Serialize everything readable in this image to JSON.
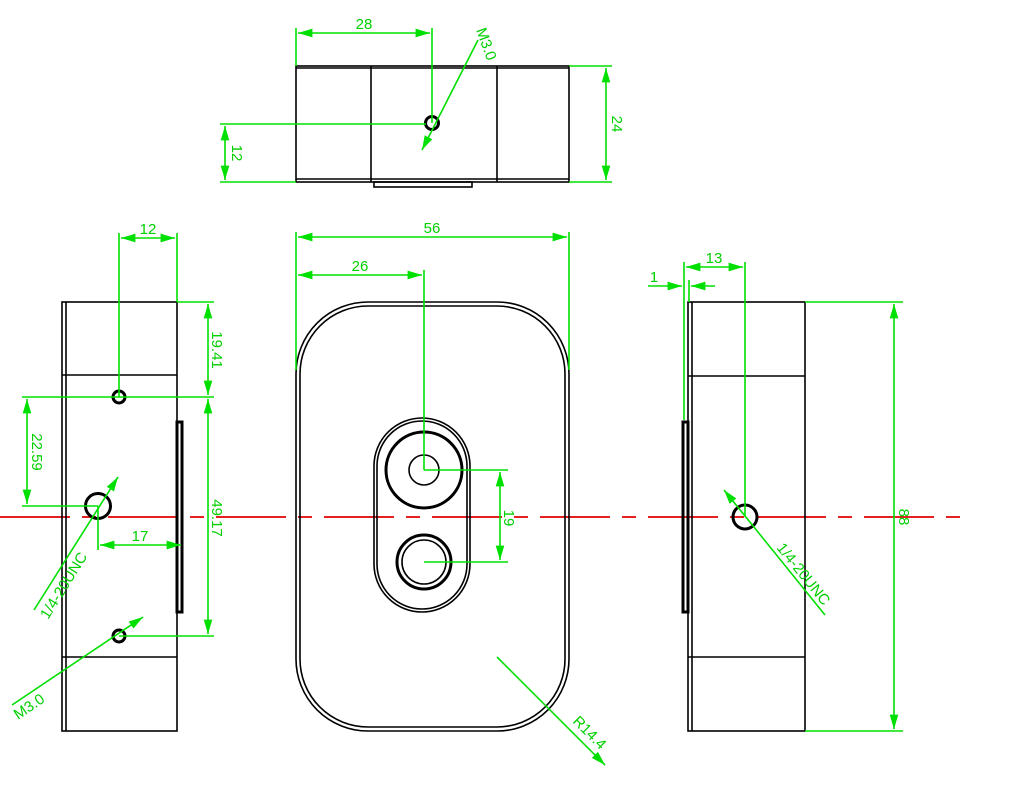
{
  "colors": {
    "outline": "#000000",
    "dimension": "#00e000",
    "centerline": "#e00000"
  },
  "top_view": {
    "dim_width": "28",
    "dim_height": "24",
    "dim_hole_height": "12",
    "hole_label": "M3.0"
  },
  "front_view": {
    "dim_width": "56",
    "dim_center": "26",
    "dim_spacing": "19",
    "radius_label": "R14.4"
  },
  "left_view": {
    "dim_top_hole": "12",
    "dim_upper": "19.41",
    "dim_between": "49.17",
    "dim_mount": "22.59",
    "dim_depth": "17",
    "mount_label": "1/4-20UNC",
    "hole_label": "M3.0"
  },
  "right_view": {
    "dim_offset": "13",
    "dim_strip": "1",
    "dim_height": "88",
    "mount_label": "1/4-20UNC"
  }
}
